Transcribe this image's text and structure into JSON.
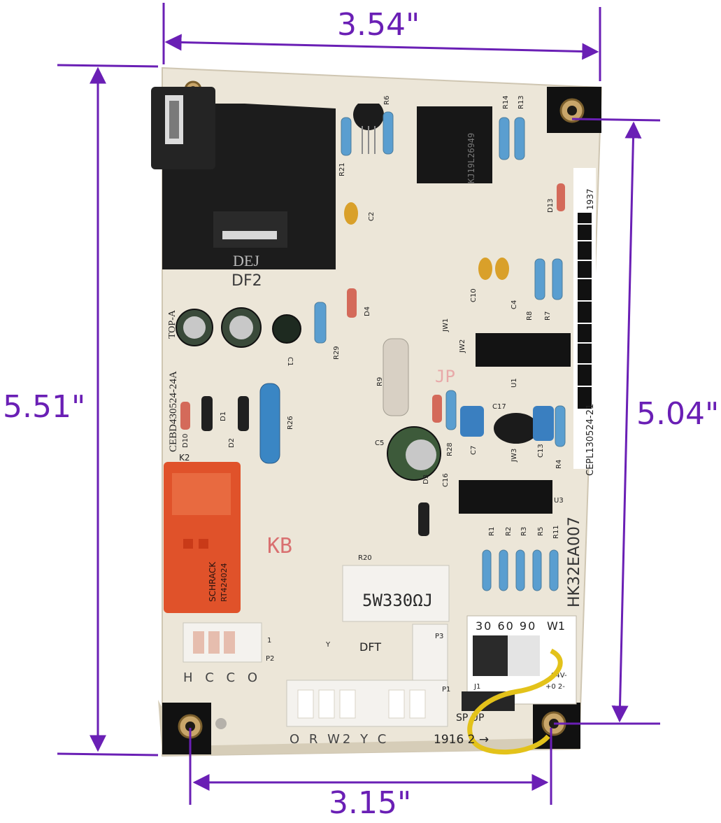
{
  "dimensions": {
    "width_top": "3.54\"",
    "height_left": "5.51\"",
    "height_right": "5.04\"",
    "width_bottom": "3.15\""
  },
  "colors": {
    "dimension": "#6a1fb5",
    "board": "#ece6d8",
    "relay_black": "#1c1c1c",
    "relay_red": "#e0522a",
    "connector_white": "#f4f2ee",
    "mark_red": "#d97070",
    "wire_yellow": "#e3c21a"
  },
  "board": {
    "relay_text": "DF2",
    "relay_text_top": "DEJ",
    "capacitor_group_label": "TOP-A",
    "model_left": "CEBD430524-24A",
    "model_right": "CEPL130524-21",
    "part_number": "HK32EA007",
    "stamp": "KB",
    "stamp2": "JP",
    "date_code": "1937",
    "lot_code": "1916 2 →",
    "chip_marking": "KJ19L26949",
    "resistor_r20_value": "5W330ΩJ",
    "k2_label": "K2",
    "relay_k2_brand": "SCHRACK",
    "relay_k2_code": "RT424024",
    "defrost_label": "DFT",
    "timing_options": "30 60 90",
    "w1_label": "W1",
    "speedup_label": "SP  UP",
    "wire_label_1": "94V-",
    "wire_label_2": "+0   2-",
    "p2_pins": "H C C O",
    "p1_pins": "O R W2 Y C",
    "y_label": "Y",
    "j1_label": "J1",
    "pin_one": "1",
    "designators": {
      "r20": "R20",
      "r21": "R21",
      "r6": "R6",
      "r14": "R14",
      "r13": "R13",
      "c2": "C2",
      "d13": "D13",
      "c10": "C10",
      "c4": "C4",
      "r8": "R8",
      "r7": "R7",
      "d4": "D4",
      "r29": "R29",
      "c1": "C1",
      "jw1": "JW1",
      "jw2": "JW2",
      "u1": "U1",
      "r9": "R9",
      "c5": "C5",
      "r28": "R28",
      "c7": "C7",
      "c17": "C17",
      "jw3": "JW3",
      "c13": "C13",
      "r4": "R4",
      "d10": "D10",
      "d1": "D1",
      "d2": "D2",
      "r26": "R26",
      "d3": "D3",
      "c16": "C16",
      "u3": "U3",
      "r1": "R1",
      "r2": "R2",
      "r3": "R3",
      "r5": "R5",
      "r11": "R11",
      "p2": "P2",
      "p3": "P3",
      "p1": "P1"
    }
  }
}
